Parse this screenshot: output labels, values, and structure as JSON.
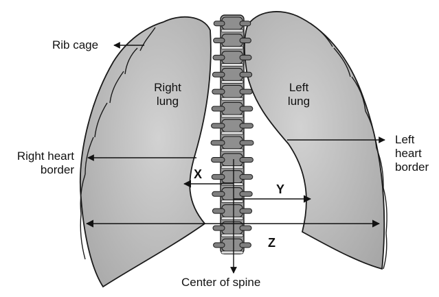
{
  "labels": {
    "rib_cage": "Rib cage",
    "right_lung_line1": "Right",
    "right_lung_line2": "lung",
    "left_lung_line1": "Left",
    "left_lung_line2": "lung",
    "right_heart_border_line1": "Right heart",
    "right_heart_border_line2": "border",
    "left_heart_border_line1": "Left",
    "left_heart_border_line2": "heart",
    "left_heart_border_line3": "border",
    "x": "X",
    "y": "Y",
    "z": "Z",
    "center_of_spine": "Center of spine"
  },
  "colors": {
    "lung_fill": "#c8c8c8",
    "lung_shadow": "#a9a9a9",
    "outline": "#1a1a1a",
    "spine_fill": "#9a9a9a",
    "disc_fill": "#e0e0e0"
  }
}
